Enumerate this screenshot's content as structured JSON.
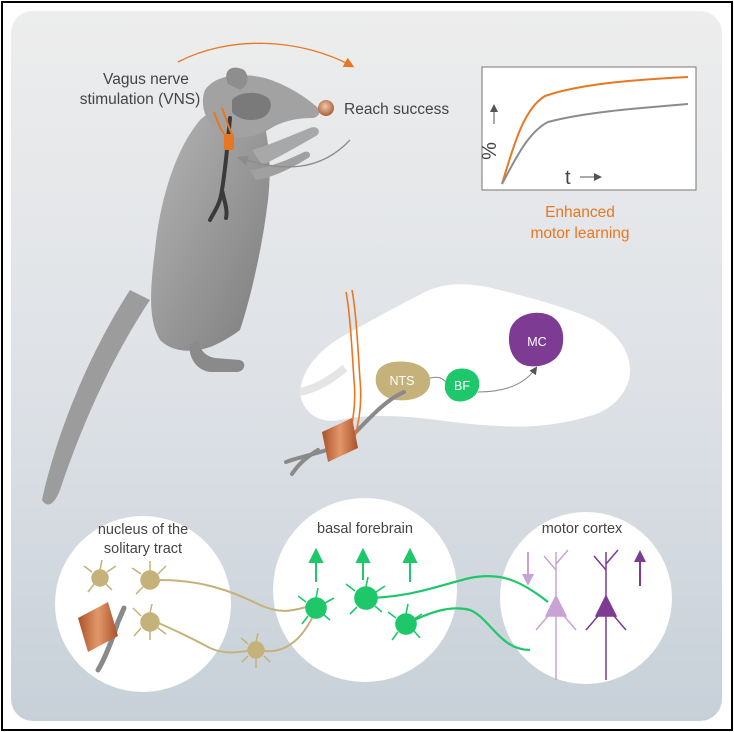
{
  "labels": {
    "vns": [
      "Vagus nerve",
      "stimulation (VNS)"
    ],
    "reach": "Reach success",
    "outcome": [
      "Enhanced",
      "motor learning"
    ],
    "nts": "NTS",
    "bf": "BF",
    "mc": "MC",
    "circle_nts": [
      "nucleus of the",
      "solitary tract"
    ],
    "circle_bf": "basal forebrain",
    "circle_mc": "motor cortex"
  },
  "chart_data": {
    "type": "line",
    "xlabel": "t",
    "ylabel": "%",
    "grid": false,
    "series": [
      {
        "color": "#e87722"
      },
      {
        "color": "#8c8c8c"
      }
    ]
  },
  "colors": {
    "accent_orange": "#e87722",
    "nts_tan": "#c4b27a",
    "bf_green": "#1ec86a",
    "mc_purple": "#7d3b93",
    "mc_light_purple": "#c9a3d6",
    "rat_gray": "#9a9a9a",
    "cuff_copper": "#c8764a"
  }
}
